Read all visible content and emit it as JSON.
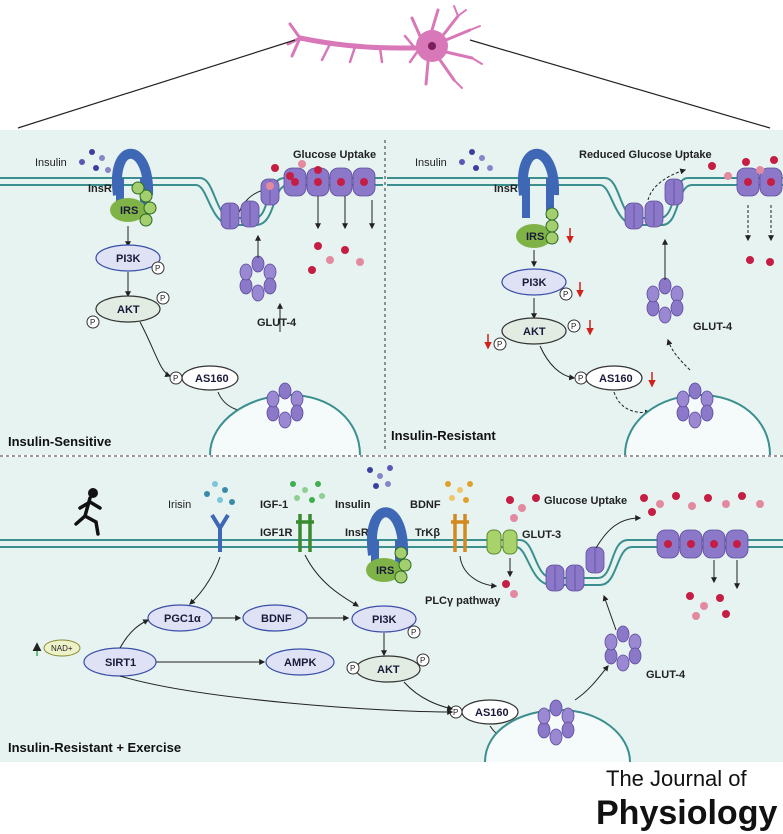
{
  "panels": {
    "sensitive": {
      "title": "Insulin-Sensitive",
      "insulin": "Insulin",
      "insr": "InsR",
      "irs": "IRS",
      "pi3k": "PI3K",
      "akt": "AKT",
      "as160": "AS160",
      "glut4": "GLUT-4",
      "uptake": "Glucose Uptake"
    },
    "resistant": {
      "title": "Insulin-Resistant",
      "insulin": "Insulin",
      "insr": "InsR",
      "irs": "IRS",
      "pi3k": "PI3K",
      "akt": "AKT",
      "as160": "AS160",
      "glut4": "GLUT-4",
      "uptake": "Reduced Glucose Uptake"
    },
    "exercise": {
      "title": "Insulin-Resistant + Exercise",
      "irisin": "Irisin",
      "igf1": "IGF-1",
      "igf1r": "IGF1R",
      "insulin": "Insulin",
      "insr": "InsR",
      "bdnf_top": "BDNF",
      "trkb": "TrKβ",
      "glut3": "GLUT-3",
      "uptake": "Glucose Uptake",
      "irs": "IRS",
      "pgc1a": "PGC1α",
      "bdnf": "BDNF",
      "pi3k": "PI3K",
      "plcg": "PLCγ pathway",
      "nad": "NAD+",
      "sirt1": "SIRT1",
      "ampk": "AMPK",
      "akt": "AKT",
      "as160": "AS160",
      "glut4": "GLUT-4"
    }
  },
  "phospho_label": "P",
  "journal": {
    "line1": "The Journal of",
    "line2": "Physiology"
  },
  "colors": {
    "panel_bg": "#e6f3f1",
    "membrane": "#3b8f8f",
    "node_fill": "#dfe2f4",
    "node_stroke": "#3a4ea8",
    "akt_fill": "#e2ece3",
    "receptor_blue": "#3e67b5",
    "irs_green": "#7fb347",
    "glut_purple": "#8c78c8",
    "glucose_red": "#c41e45",
    "neuron_pink": "#d878b8",
    "down_arrow": "#d0221c"
  }
}
